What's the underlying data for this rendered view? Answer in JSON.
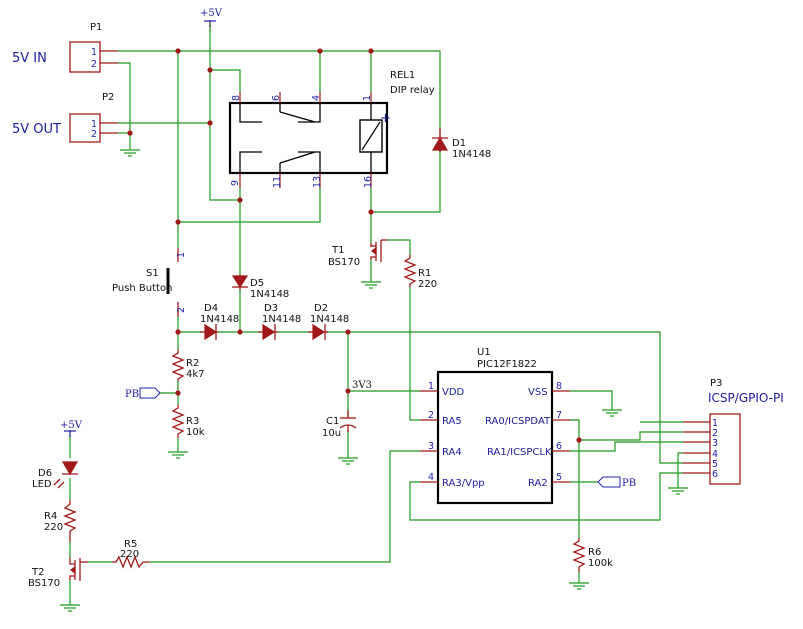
{
  "nets": {
    "five_v_in": "5V IN",
    "five_v_out": "5V OUT",
    "plus5v_top": "+5V",
    "plus5v_led": "+5V",
    "three_v3": "3V3",
    "pb_left": "PB",
    "pb_right": "PB"
  },
  "connectors": {
    "p1": {
      "ref": "P1",
      "pins": [
        "1",
        "2"
      ]
    },
    "p2": {
      "ref": "P2",
      "pins": [
        "1",
        "2"
      ]
    },
    "p3": {
      "ref": "P3",
      "value": "ICSP/GPIO-PI",
      "pins": [
        "1",
        "2",
        "3",
        "4",
        "5",
        "6"
      ]
    }
  },
  "relay": {
    "ref": "REL1",
    "value": "DIP relay",
    "pins_top": [
      "8",
      "6",
      "4",
      "1"
    ],
    "pins_bottom": [
      "9",
      "11",
      "13",
      "16"
    ],
    "coil_plus": "+"
  },
  "diodes": {
    "d1": {
      "ref": "D1",
      "value": "1N4148"
    },
    "d2": {
      "ref": "D2",
      "value": "1N4148"
    },
    "d3": {
      "ref": "D3",
      "value": "1N4148"
    },
    "d4": {
      "ref": "D4",
      "value": "1N4148"
    },
    "d5": {
      "ref": "D5",
      "value": "1N4148"
    },
    "d6": {
      "ref": "D6",
      "value": "LED"
    }
  },
  "transistors": {
    "t1": {
      "ref": "T1",
      "value": "BS170"
    },
    "t2": {
      "ref": "T2",
      "value": "BS170"
    }
  },
  "resistors": {
    "r1": {
      "ref": "R1",
      "value": "220"
    },
    "r2": {
      "ref": "R2",
      "value": "4k7"
    },
    "r3": {
      "ref": "R3",
      "value": "10k"
    },
    "r4": {
      "ref": "R4",
      "value": "220"
    },
    "r5": {
      "ref": "R5",
      "value": "220"
    },
    "r6": {
      "ref": "R6",
      "value": "100k"
    }
  },
  "capacitor": {
    "ref": "C1",
    "value": "10u"
  },
  "switch": {
    "ref": "S1",
    "value": "Push Button",
    "pin1": "1",
    "pin2": "2"
  },
  "mcu": {
    "ref": "U1",
    "value": "PIC12F1822",
    "left_pins": [
      {
        "num": "1",
        "name": "VDD"
      },
      {
        "num": "2",
        "name": "RA5"
      },
      {
        "num": "3",
        "name": "RA4"
      },
      {
        "num": "4",
        "name": "RA3/Vpp"
      }
    ],
    "right_pins": [
      {
        "num": "8",
        "name": "VSS"
      },
      {
        "num": "7",
        "name": "RA0/ICSPDAT"
      },
      {
        "num": "6",
        "name": "RA1/ICSPCLK"
      },
      {
        "num": "5",
        "name": "RA2"
      }
    ]
  }
}
